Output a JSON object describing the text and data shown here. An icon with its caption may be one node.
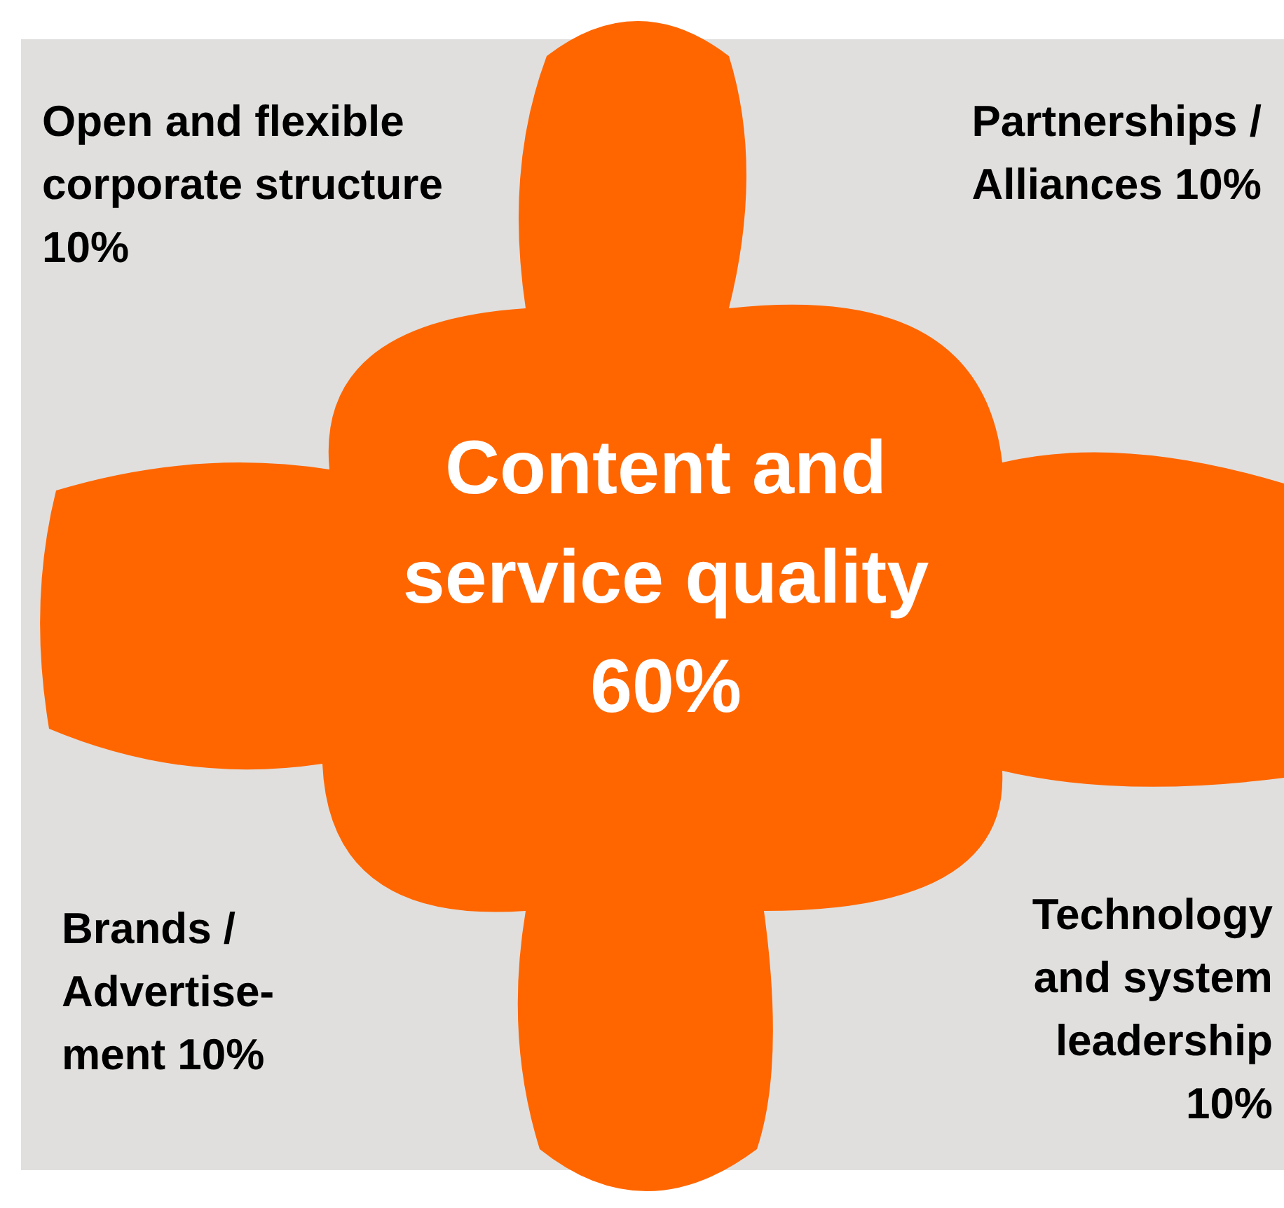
{
  "diagram": {
    "nodes": [
      {
        "text": [
          "Content and service quality 60%"
        ]
      }
    ],
    "edges": [],
    "labels": [
      "Open and flexible corporate structure 10%",
      "Partnerships / Alliances 10%",
      "Brands / Advertise- ment 10%",
      "Technology and system leadership 10%"
    ]
  }
}
